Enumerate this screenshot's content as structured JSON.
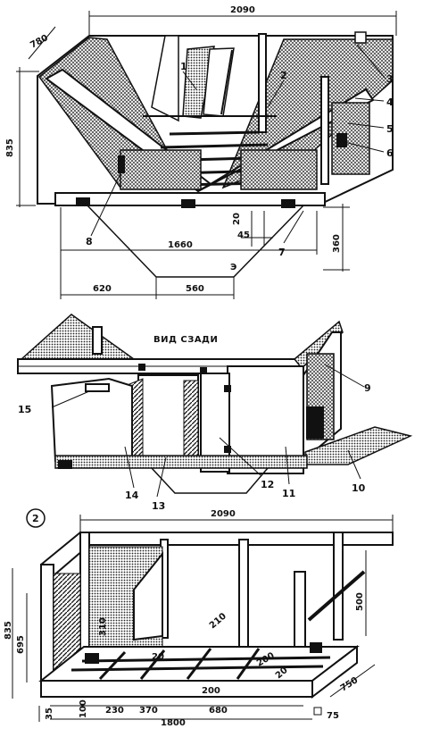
{
  "figure_number": "2",
  "section_title": "ВИД СЗАДИ",
  "callouts": [
    "1",
    "2",
    "3",
    "4",
    "5",
    "6",
    "7",
    "8",
    "9",
    "10",
    "11",
    "12",
    "13",
    "14",
    "15"
  ],
  "top_view": {
    "dims": {
      "length": "2090",
      "depth": "780",
      "height": "835",
      "leg_height": "360",
      "base": "1660",
      "left_offset": "620",
      "mid_span": "560",
      "gap_a": "20",
      "gap_b": "45",
      "ref_mark": "Э"
    }
  },
  "bottom_view": {
    "dims": {
      "length": "2090",
      "height_total": "835",
      "height_inner": "695",
      "post_height": "500",
      "width": "750",
      "base_length": "1800",
      "base_height": "35",
      "seg_100": "100",
      "seg_230": "230",
      "seg_370": "370",
      "seg_680": "680",
      "foot_75": "75",
      "in_310": "310",
      "in_210": "210",
      "in_200a": "200",
      "in_200b": "200",
      "in_20a": "20",
      "in_20b": "20"
    }
  },
  "colors": {
    "ink": "#111111",
    "paper": "#ffffff"
  }
}
